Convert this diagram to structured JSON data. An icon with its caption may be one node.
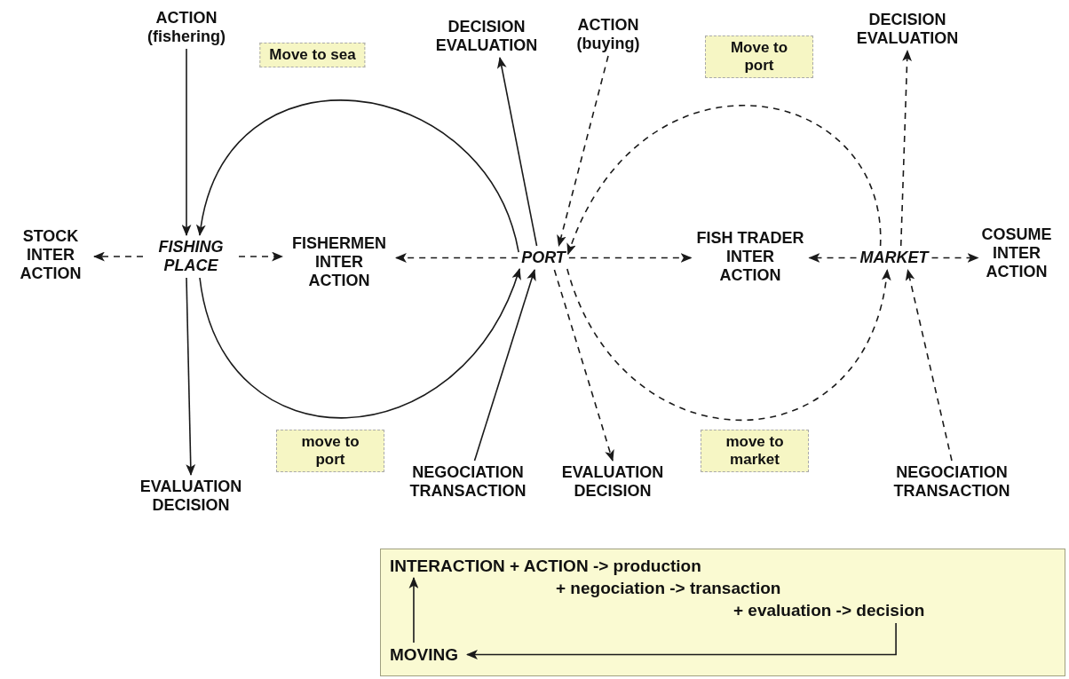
{
  "diagram": {
    "nodes": [
      {
        "text": [
          "ACTION (fishering)"
        ]
      },
      {
        "text": [
          "DECISION EVALUATION"
        ]
      },
      {
        "text": [
          "ACTION (buying)"
        ]
      },
      {
        "text": [
          "DECISION EVALUATION"
        ]
      },
      {
        "text": [
          "STOCK INTER ACTION"
        ]
      },
      {
        "text": [
          "FISHING PLACE"
        ]
      },
      {
        "text": [
          "FISHERMEN INTER ACTION"
        ]
      },
      {
        "text": [
          "PORT"
        ]
      },
      {
        "text": [
          "FISH TRADER INTER ACTION"
        ]
      },
      {
        "text": [
          "MARKET"
        ]
      },
      {
        "text": [
          "COSUME INTER ACTION"
        ]
      },
      {
        "text": [
          "EVALUATION DECISION"
        ]
      },
      {
        "text": [
          "NEGOCIATION TRANSACTION"
        ]
      },
      {
        "text": [
          "EVALUATION DECISION"
        ]
      },
      {
        "text": [
          "NEGOCIATION TRANSACTION"
        ]
      },
      {
        "text": [],
        "shape": "box"
      },
      {
        "text": [
          "INTERACTION + ACTION -> production"
        ],
        "in": 15
      },
      {
        "text": [
          "+ negociation -> transaction"
        ],
        "in": 15
      },
      {
        "text": [
          "+ evaluation -> decision"
        ],
        "in": 15
      },
      {
        "text": [
          "MOVING"
        ],
        "in": 15
      }
    ],
    "edges": [
      {
        "from": 0,
        "to": 5,
        "arrow": "to"
      },
      {
        "from": 7,
        "to": 5,
        "arrow": "to",
        "label": "Move to sea"
      },
      {
        "from": 7,
        "to": 1,
        "arrow": "to"
      },
      {
        "from": 2,
        "to": 7,
        "arrow": "to",
        "style": "dashed"
      },
      {
        "from": 9,
        "to": 7,
        "arrow": "to",
        "style": "dashed",
        "label": "Move to port"
      },
      {
        "from": 9,
        "to": 3,
        "arrow": "to",
        "style": "dashed"
      },
      {
        "from": 5,
        "to": 4,
        "arrow": "to",
        "style": "dashed"
      },
      {
        "from": 5,
        "to": 6,
        "arrow": "to",
        "style": "dashed"
      },
      {
        "from": 7,
        "to": 6,
        "arrow": "to",
        "style": "dashed"
      },
      {
        "from": 7,
        "to": 8,
        "arrow": "to",
        "style": "dashed"
      },
      {
        "from": 9,
        "to": 8,
        "arrow": "to",
        "style": "dashed"
      },
      {
        "from": 9,
        "to": 10,
        "arrow": "to",
        "style": "dashed"
      },
      {
        "from": 5,
        "to": 11,
        "arrow": "to"
      },
      {
        "from": 5,
        "to": 7,
        "arrow": "to",
        "label": "move to port"
      },
      {
        "from": 12,
        "to": 7,
        "arrow": "to"
      },
      {
        "from": 7,
        "to": 13,
        "arrow": "to",
        "style": "dashed"
      },
      {
        "from": 7,
        "to": 9,
        "arrow": "to",
        "style": "dashed",
        "label": "move to market"
      },
      {
        "from": 14,
        "to": 9,
        "arrow": "to",
        "style": "dashed"
      },
      {
        "from": 19,
        "to": 16,
        "arrow": "to"
      },
      {
        "from": 18,
        "to": 19,
        "arrow": "to"
      }
    ]
  }
}
